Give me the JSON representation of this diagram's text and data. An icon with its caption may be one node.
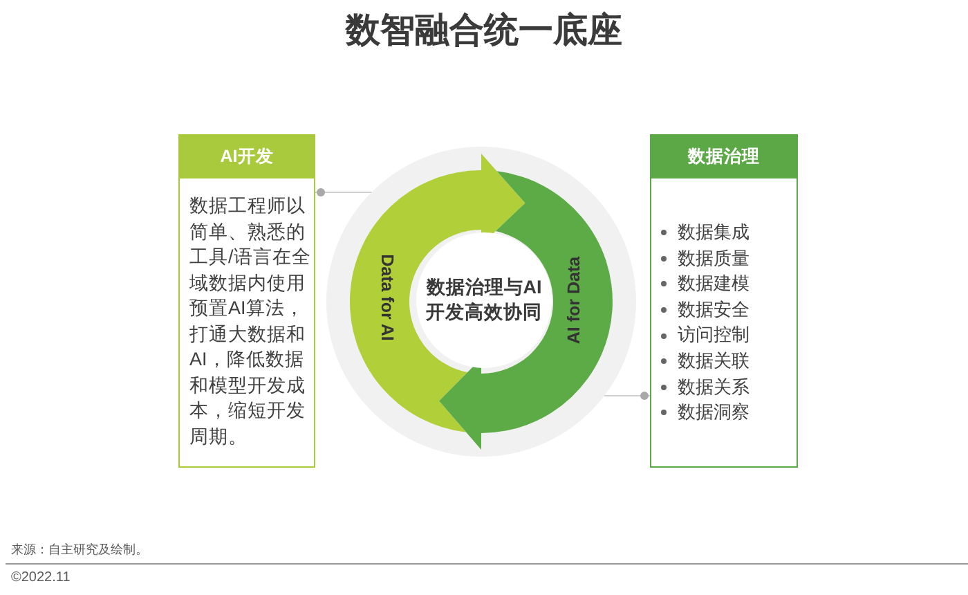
{
  "diagram": {
    "title": "数智融合统一底座",
    "nodes": [
      {
        "text": [
          "AI开发",
          "数据工程师以简单、熟悉的工具/语言在全域数据内使用预置AI算法，打通大数据和AI，降低数据和模型开发成本，缩短开发周期。"
        ]
      },
      {
        "text": [
          "Data for AI"
        ]
      },
      {
        "text": [
          "数据治理与AI开发高效协同"
        ]
      },
      {
        "text": [
          "AI for Data"
        ]
      },
      {
        "text": [
          "数据治理",
          "数据集成",
          "数据质量",
          "数据建模",
          "数据安全",
          "访问控制",
          "数据关联",
          "数据关系",
          "数据洞察"
        ]
      }
    ],
    "edges": [
      {
        "from": 0,
        "to": 1,
        "arrow": "other"
      },
      {
        "from": 4,
        "to": 3,
        "arrow": "other"
      }
    ],
    "labels": [
      "来源：自主研究及绘制。",
      "©2022.11"
    ]
  }
}
